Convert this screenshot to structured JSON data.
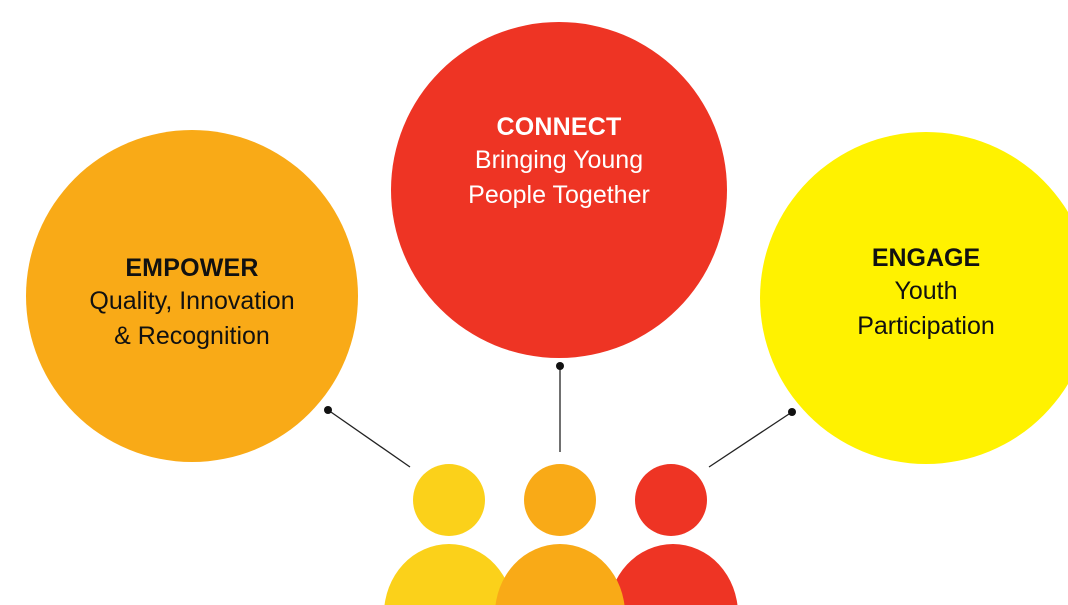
{
  "bubbles": {
    "empower": {
      "title": "EMPOWER",
      "line1": "Quality, Innovation",
      "line2": "& Recognition",
      "color": "#f9aa17"
    },
    "connect": {
      "title": "CONNECT",
      "line1": "Bringing Young",
      "line2": "People Together",
      "color": "#ee3424"
    },
    "engage": {
      "title": "ENGAGE",
      "line1": "Youth",
      "line2": "Participation",
      "color": "#fff200"
    }
  },
  "people_icon": {
    "colors": [
      "#fbd11a",
      "#f9aa17",
      "#ee3424"
    ]
  }
}
